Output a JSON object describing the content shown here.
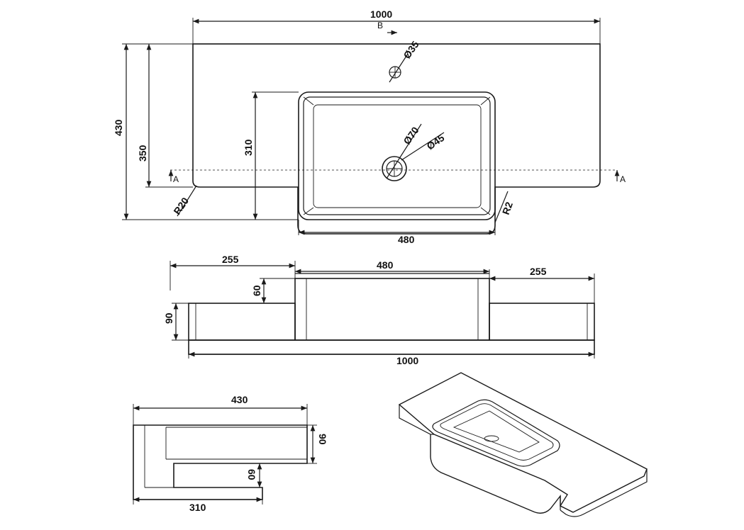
{
  "drawing": {
    "top_view": {
      "width_total": "1000",
      "depth_total": "430",
      "depth_side": "350",
      "bowl_depth": "310",
      "bowl_width": "480",
      "tap_hole": "Ø35",
      "waste_outer": "Ø70",
      "waste_inner": "Ø45",
      "corner_radius_outer": "R20",
      "corner_radius_inner": "R2",
      "section_marker_a": "A",
      "section_marker_b": "B"
    },
    "front_view": {
      "left_width": "255",
      "bowl_width": "480",
      "right_width": "255",
      "total_width": "1000",
      "bowl_step": "60",
      "height": "90"
    },
    "side_view": {
      "depth_total": "430",
      "depth_lower": "310",
      "height_right": "90",
      "step_lower": "60"
    }
  }
}
